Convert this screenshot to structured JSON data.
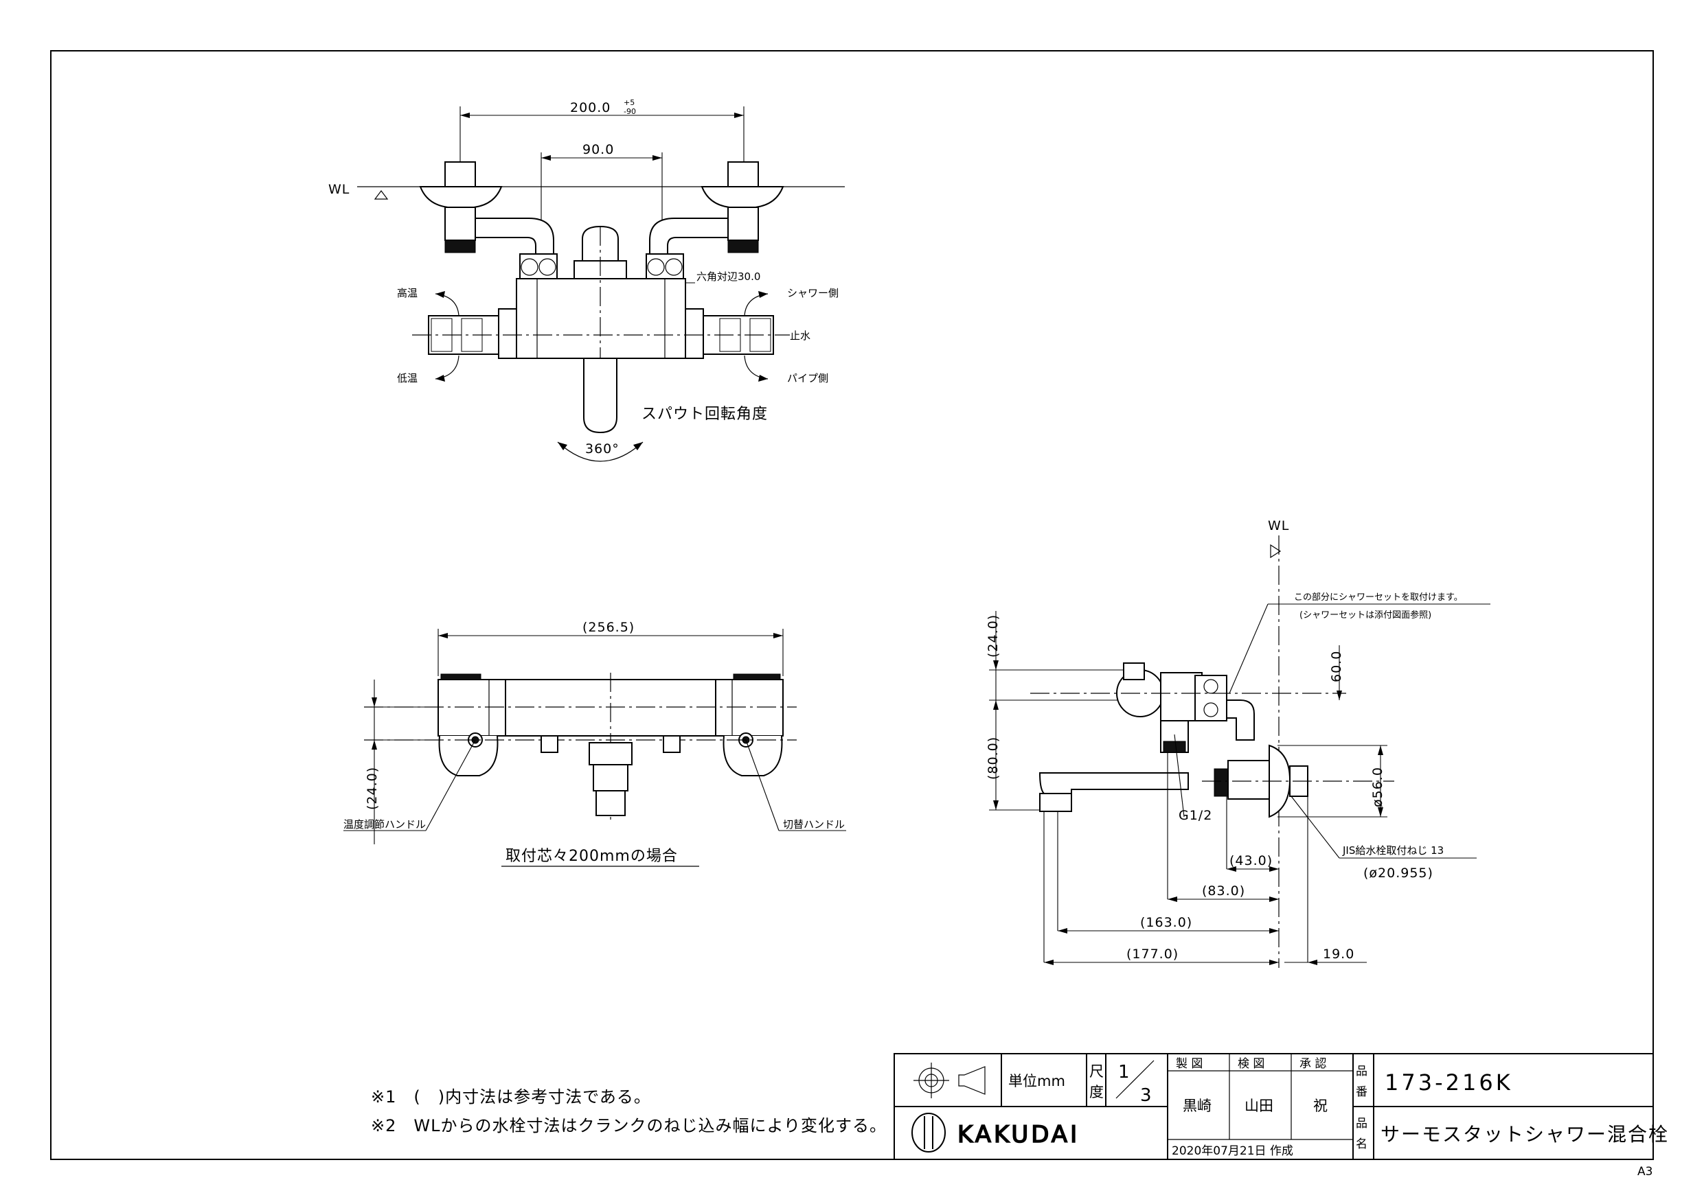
{
  "dims": {
    "top_total": "200.0",
    "top_tol_upper": "+5",
    "top_tol_lower": "-90",
    "top_center": "90.0",
    "hex": "六角対辺30.0",
    "front_total": "(256.5)",
    "front_height": "(24.0)",
    "side_top": "(24.0)",
    "side_h": "(80.0)",
    "side_60": "60.0",
    "side_dia": "ø56.0",
    "side_43": "(43.0)",
    "side_83": "(83.0)",
    "side_163": "(163.0)",
    "side_177": "(177.0)",
    "side_19": "19.0"
  },
  "labels": {
    "wl": "WL",
    "high_temp": "高温",
    "low_temp": "低温",
    "shower_side": "シャワー側",
    "stop_water": "止水",
    "pipe_side": "パイプ側",
    "spout_rotation": "スパウト回転角度",
    "angle": "360°",
    "temp_handle": "温度調節ハンドル",
    "switch_handle": "切替ハンドル",
    "front_caption": "取付芯々200mmの場合",
    "shower_note_1": "この部分にシャワーセットを取付けます。",
    "shower_note_2": "(シャワーセットは添付図面参照)",
    "g12": "G1/2",
    "jis": "JIS給水栓取付ねじ 13",
    "jis_dia": "(ø20.955)"
  },
  "notes": [
    "※1　(　)内寸法は参考寸法である。",
    "※2　WLからの水栓寸法はクランクのねじ込み幅により変化する。"
  ],
  "title_block": {
    "unit_label": "単位mm",
    "scale_label_1": "尺",
    "scale_label_2": "度",
    "scale_num": "1",
    "scale_den": "3",
    "made_label": "製 図",
    "check_label": "検 図",
    "approve_label": "承 認",
    "made_by": "黒崎",
    "checked_by": "山田",
    "approved_by": "祝",
    "part_no_label_1": "品",
    "part_no_label_2": "番",
    "part_no": "173-216K",
    "name_label_1": "品",
    "name_label_2": "名",
    "name": "サーモスタットシャワー混合栓",
    "date": "2020年07月21日 作成",
    "brand": "KAKUDAI",
    "sheet_size": "A3"
  }
}
